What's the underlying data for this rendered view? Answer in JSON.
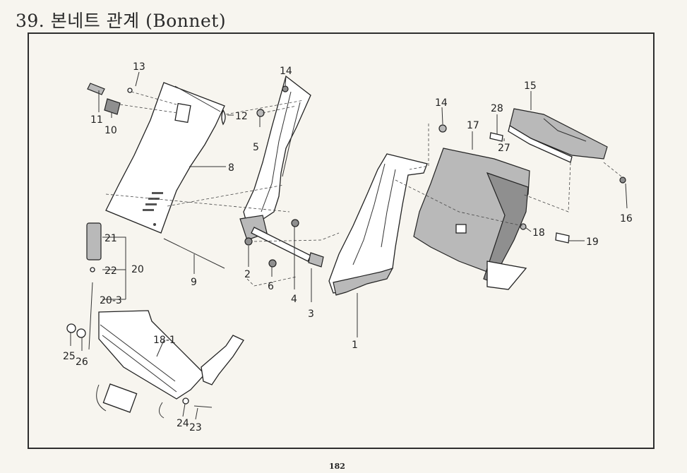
{
  "title": "39. 본네트 관계 (Bonnet)",
  "page_number": "182",
  "callouts": {
    "c1": "1",
    "c2": "2",
    "c3": "3",
    "c4": "4",
    "c5": "5",
    "c6": "6",
    "c8": "8",
    "c9": "9",
    "c10": "10",
    "c11": "11",
    "c12": "12",
    "c13": "13",
    "c14a": "14",
    "c14b": "14",
    "c15": "15",
    "c16": "16",
    "c17": "17",
    "c18": "18",
    "c18_1": "18-1",
    "c19": "19",
    "c20": "20",
    "c20_3": "20-3",
    "c21": "21",
    "c22": "22",
    "c23": "23",
    "c24": "24",
    "c25": "25",
    "c26": "26",
    "c27": "27",
    "c28": "28"
  }
}
